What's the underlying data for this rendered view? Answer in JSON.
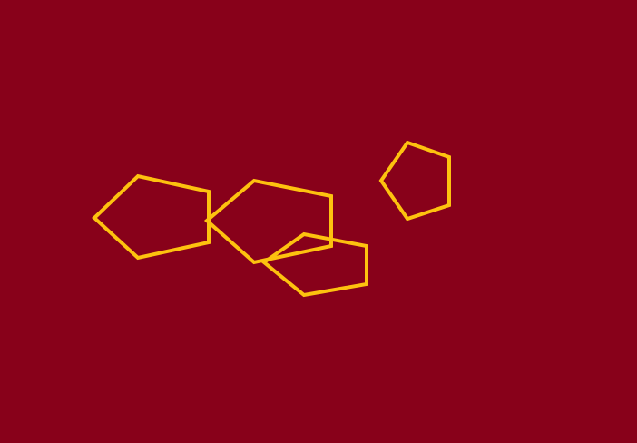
{
  "colors": {
    "background": "#88011a",
    "outline": "#fdc20f"
  },
  "shapes": [
    {
      "name": "pentagon-left",
      "kind": "pentagon",
      "filled": false
    },
    {
      "name": "pentagon-center",
      "kind": "pentagon",
      "filled": false
    },
    {
      "name": "pentagon-lower-center",
      "kind": "pentagon",
      "filled": false
    },
    {
      "name": "pentagon-right",
      "kind": "pentagon",
      "filled": false
    }
  ]
}
